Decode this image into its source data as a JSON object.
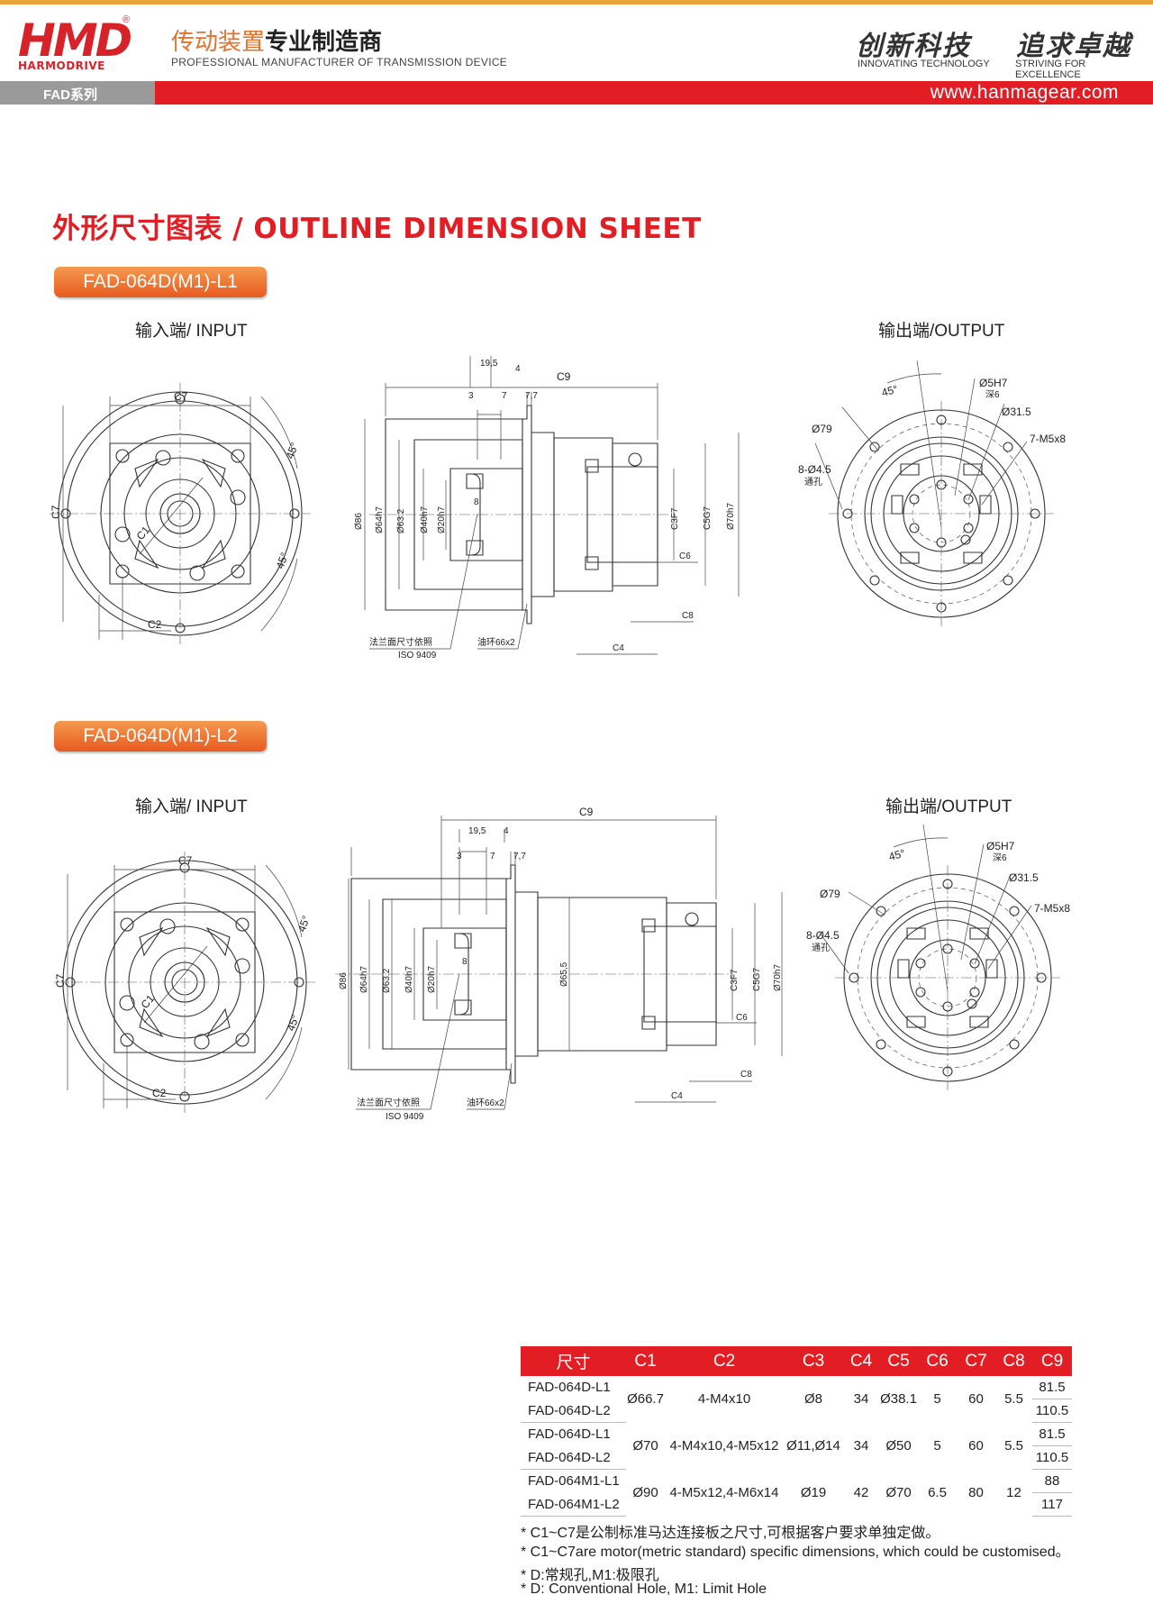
{
  "header": {
    "logo_text": "HMD",
    "logo_sub": "HARMODRIVE",
    "logo_reg": "®",
    "tagline_part1": "传动装置",
    "tagline_part2": "专业制造商",
    "tagline_en": "PROFESSIONAL MANUFACTURER OF TRANSMISSION DEVICE",
    "motto1": "创新科技",
    "motto1_en": "INNOVATING TECHNOLOGY",
    "motto2": "追求卓越",
    "motto2_en": "STRIVING FOR EXCELLENCE",
    "series_label": "FAD系列",
    "url": "www.hanmagear.com"
  },
  "colors": {
    "brand_red": "#e21d24",
    "orange": "#e8702a",
    "gray": "#9a9a9a"
  },
  "title": "外形尺寸图表 / OUTLINE DIMENSION SHEET",
  "sections": [
    {
      "model": "FAD-064D(M1)-L1",
      "input_label": "输入端/ INPUT",
      "output_label": "输出端/OUTPUT",
      "input_dims": [
        "C7",
        "C7",
        "C2",
        "C1",
        "45°",
        "45°"
      ],
      "side_dims": [
        "C9",
        "19,5",
        "4",
        "3",
        "7",
        "7,7",
        "Ø86",
        "Ø64h7",
        "Ø63.2",
        "Ø40h7",
        "Ø20h7",
        "8",
        "C3F7",
        "C5G7",
        "Ø70h7",
        "C6",
        "C8",
        "C4",
        "法兰面尺寸依照",
        "ISO 9409",
        "油环66x2"
      ],
      "output_dims": [
        "45°",
        "Ø5H7",
        "深6",
        "Ø31.5",
        "7-M5x8",
        "Ø79",
        "8-Ø4.5",
        "通孔"
      ]
    },
    {
      "model": "FAD-064D(M1)-L2",
      "input_label": "输入端/ INPUT",
      "output_label": "输出端/OUTPUT",
      "input_dims": [
        "C7",
        "C7",
        "C2",
        "C1",
        "45°",
        "45°"
      ],
      "side_dims": [
        "C9",
        "19,5",
        "4",
        "3",
        "7",
        "7,7",
        "Ø86",
        "Ø64h7",
        "Ø63.2",
        "Ø40h7",
        "Ø20h7",
        "8",
        "Ø65,5",
        "C3F7",
        "C5G7",
        "Ø70h7",
        "C6",
        "C8",
        "C4",
        "法兰面尺寸依照",
        "ISO 9409",
        "油环66x2"
      ],
      "output_dims": [
        "45°",
        "Ø5H7",
        "深6",
        "Ø31.5",
        "7-M5x8",
        "Ø79",
        "8-Ø4.5",
        "通孔"
      ]
    }
  ],
  "table": {
    "headers": [
      "尺寸",
      "C1",
      "C2",
      "C3",
      "C4",
      "C5",
      "C6",
      "C7",
      "C8",
      "C9"
    ],
    "groups": [
      {
        "models": [
          "FAD-064D-L1",
          "FAD-064D-L2"
        ],
        "c1": "Ø66.7",
        "c2": "4-M4x10",
        "c3": "Ø8",
        "c4": "34",
        "c5": "Ø38.1",
        "c6": "5",
        "c7": "60",
        "c8": "5.5",
        "c9": [
          "81.5",
          "110.5"
        ]
      },
      {
        "models": [
          "FAD-064D-L1",
          "FAD-064D-L2"
        ],
        "c1": "Ø70",
        "c2": "4-M4x10,4-M5x12",
        "c3": "Ø11,Ø14",
        "c4": "34",
        "c5": "Ø50",
        "c6": "5",
        "c7": "60",
        "c8": "5.5",
        "c9": [
          "81.5",
          "110.5"
        ]
      },
      {
        "models": [
          "FAD-064M1-L1",
          "FAD-064M1-L2"
        ],
        "c1": "Ø90",
        "c2": "4-M5x12,4-M6x14",
        "c3": "Ø19",
        "c4": "42",
        "c5": "Ø70",
        "c6": "6.5",
        "c7": "80",
        "c8": "12",
        "c9": [
          "88",
          "117"
        ]
      }
    ]
  },
  "notes": [
    "* C1~C7是公制标准马达连接板之尺寸,可根据客户要求单独定做。",
    "* C1~C7are motor(metric standard)  specific dimensions, which could be customised。",
    "* D:常规孔,M1:极限孔",
    "* D: Conventional Hole, M1: Limit Hole"
  ]
}
